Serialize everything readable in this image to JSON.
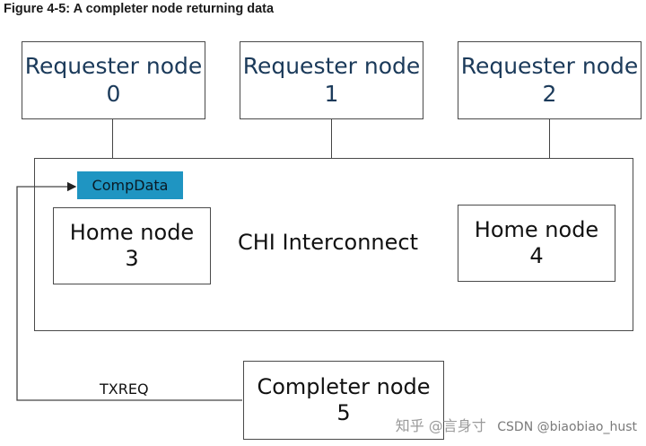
{
  "figure_title": "Figure 4-5: A completer node returning data",
  "requester_nodes": [
    {
      "label": "Requester node",
      "id": "0"
    },
    {
      "label": "Requester node",
      "id": "1"
    },
    {
      "label": "Requester node",
      "id": "2"
    }
  ],
  "home_nodes": [
    {
      "label": "Home node",
      "id": "3"
    },
    {
      "label": "Home node",
      "id": "4"
    }
  ],
  "interconnect_label": "CHI Interconnect",
  "compdata_label": "CompData",
  "completer_node": {
    "label": "Completer node",
    "id": "5"
  },
  "txreq_label": "TXREQ",
  "watermark": {
    "left": "知乎 @言身寸",
    "right": "CSDN @biaobiao_hust"
  },
  "colors": {
    "compdata_fill": "#1f95c2",
    "requester_text": "#1b3a5a",
    "line": "#444444"
  }
}
